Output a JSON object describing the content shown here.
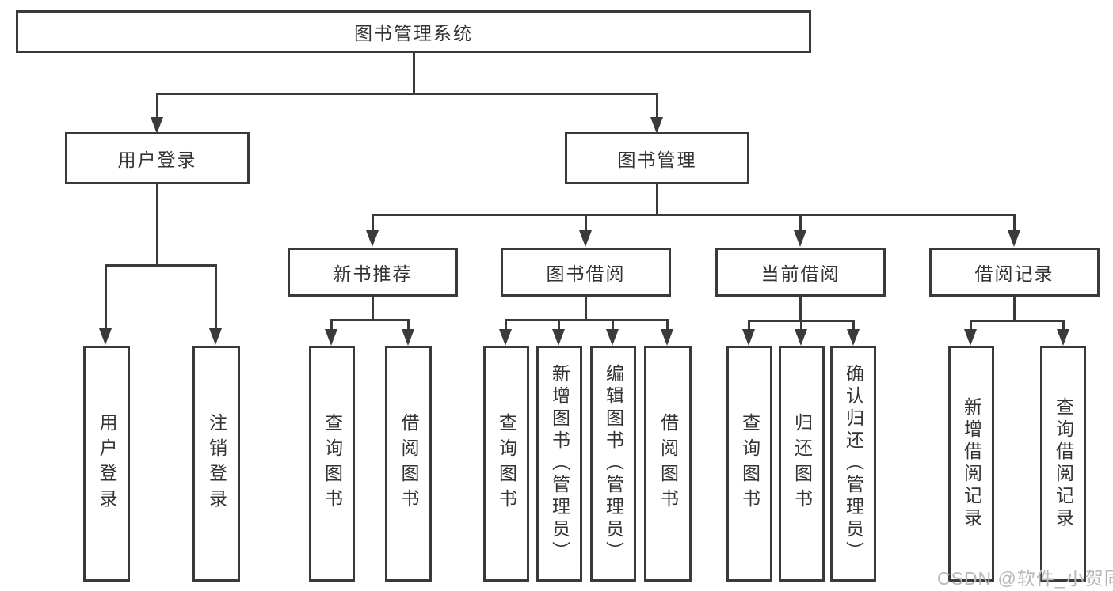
{
  "diagram": {
    "type": "tree-flowchart",
    "title": "图书管理系统",
    "watermark": "CSDN @软件_小贺同学"
  },
  "colors": {
    "line": "#3a3a3a",
    "text": "#333333",
    "watermark": "#b8b8b8",
    "background": "#ffffff"
  },
  "nodes": {
    "root": {
      "label": "图书管理系统"
    },
    "level2": [
      {
        "label": "用户登录",
        "parent": "图书管理系统"
      },
      {
        "label": "图书管理",
        "parent": "图书管理系统"
      }
    ],
    "level3": [
      {
        "label": "新书推荐",
        "parent": "图书管理"
      },
      {
        "label": "图书借阅",
        "parent": "图书管理"
      },
      {
        "label": "当前借阅",
        "parent": "图书管理"
      },
      {
        "label": "借阅记录",
        "parent": "图书管理"
      }
    ],
    "leaves": [
      {
        "label": "用户登录",
        "parent": "用户登录"
      },
      {
        "label": "注销登录",
        "parent": "用户登录"
      },
      {
        "label": "查询图书",
        "parent": "新书推荐"
      },
      {
        "label": "借阅图书",
        "parent": "新书推荐"
      },
      {
        "label": "查询图书",
        "parent": "图书借阅"
      },
      {
        "label": "新增图书（管理员）",
        "parent": "图书借阅"
      },
      {
        "label": "编辑图书（管理员）",
        "parent": "图书借阅"
      },
      {
        "label": "借阅图书",
        "parent": "图书借阅"
      },
      {
        "label": "查询图书",
        "parent": "当前借阅"
      },
      {
        "label": "归还图书",
        "parent": "当前借阅"
      },
      {
        "label": "确认归还（管理员）",
        "parent": "当前借阅"
      },
      {
        "label": "新增借阅记录",
        "parent": "借阅记录"
      },
      {
        "label": "查询借阅记录",
        "parent": "借阅记录"
      }
    ]
  }
}
